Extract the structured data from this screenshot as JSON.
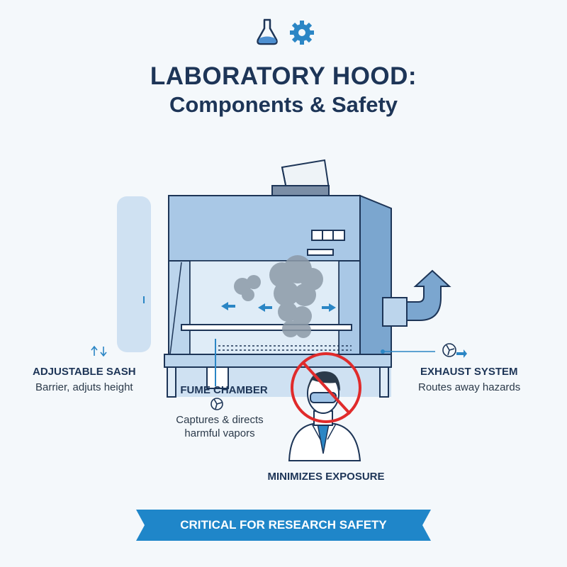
{
  "header": {
    "icons": [
      "flask-icon",
      "gear-icon"
    ],
    "title_line1": "LABORATORY HOOD:",
    "title_line2": "Components & Safety"
  },
  "labels": {
    "sash": {
      "title": "ADJUSTABLE SASH",
      "description": "Barrier, adjuts height"
    },
    "chamber": {
      "title": "FUME CHAMBER",
      "description_line1": "Captures & directs",
      "description_line2": "harmful vapors"
    },
    "exhaust": {
      "title": "EXHAUST SYSTEM",
      "description": "Routes away hazards"
    },
    "exposure": {
      "title": "MINIMIZES EXPOSURE"
    }
  },
  "banner": {
    "text": "CRITICAL FOR RESEARCH SAFETY"
  },
  "colors": {
    "navy": "#1d3557",
    "hood_blue": "#a9c8e6",
    "hood_dark": "#7ba6cf",
    "accent": "#2b86c5",
    "banner": "#1f86c9",
    "prohibition_red": "#e02b2b",
    "smoke": "#8c9aa8"
  }
}
